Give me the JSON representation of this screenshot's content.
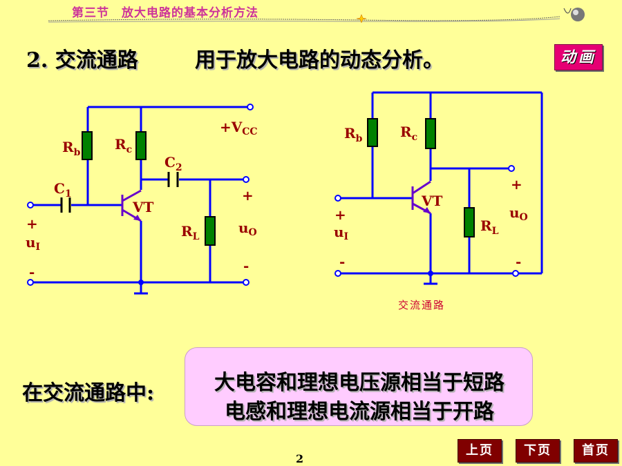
{
  "header": {
    "title": "第三节　放大电路的基本分析方法"
  },
  "section": {
    "number_title": "2. 交流通路",
    "description": "用于放大电路的动态分析。"
  },
  "animation_button": {
    "label": "动画"
  },
  "circuit_left": {
    "labels": {
      "vcc_main": "+V",
      "vcc_sub": "CC",
      "rb_main": "R",
      "rb_sub": "b",
      "rc_main": "R",
      "rc_sub": "c",
      "c1_main": "C",
      "c1_sub": "1",
      "c2_main": "C",
      "c2_sub": "2",
      "vt": "VT",
      "rl_main": "R",
      "rl_sub": "L",
      "in_plus": "+",
      "in_minus": "-",
      "ui_main": "u",
      "ui_sub": "I",
      "out_plus": "+",
      "out_minus": "-",
      "uo_main": "u",
      "uo_sub": "O"
    }
  },
  "circuit_right": {
    "labels": {
      "rb_main": "R",
      "rb_sub": "b",
      "rc_main": "R",
      "rc_sub": "c",
      "vt": "VT",
      "rl_main": "R",
      "rl_sub": "L",
      "in_plus": "+",
      "in_minus": "-",
      "ui_main": "u",
      "ui_sub": "I",
      "out_plus": "+",
      "out_minus": "-",
      "uo_main": "u",
      "uo_sub": "O"
    },
    "caption": "交流通路"
  },
  "ac_path_label": "在交流通路中:",
  "rules_box": {
    "line1": "大电容和理想电压源相当于短路",
    "line2": "电感和理想电流源相当于开路"
  },
  "page_number": "2",
  "nav": {
    "prev": "上页",
    "next": "下页",
    "home": "首页"
  },
  "colors": {
    "background": "#ffff99",
    "wire": "#0000ff",
    "resistor": "#008000",
    "transistor": "#6600cc",
    "label": "#990000",
    "header": "#cc3399",
    "box": "#ffccff",
    "nav_button": "#800000",
    "anim_button": "#e60073"
  }
}
